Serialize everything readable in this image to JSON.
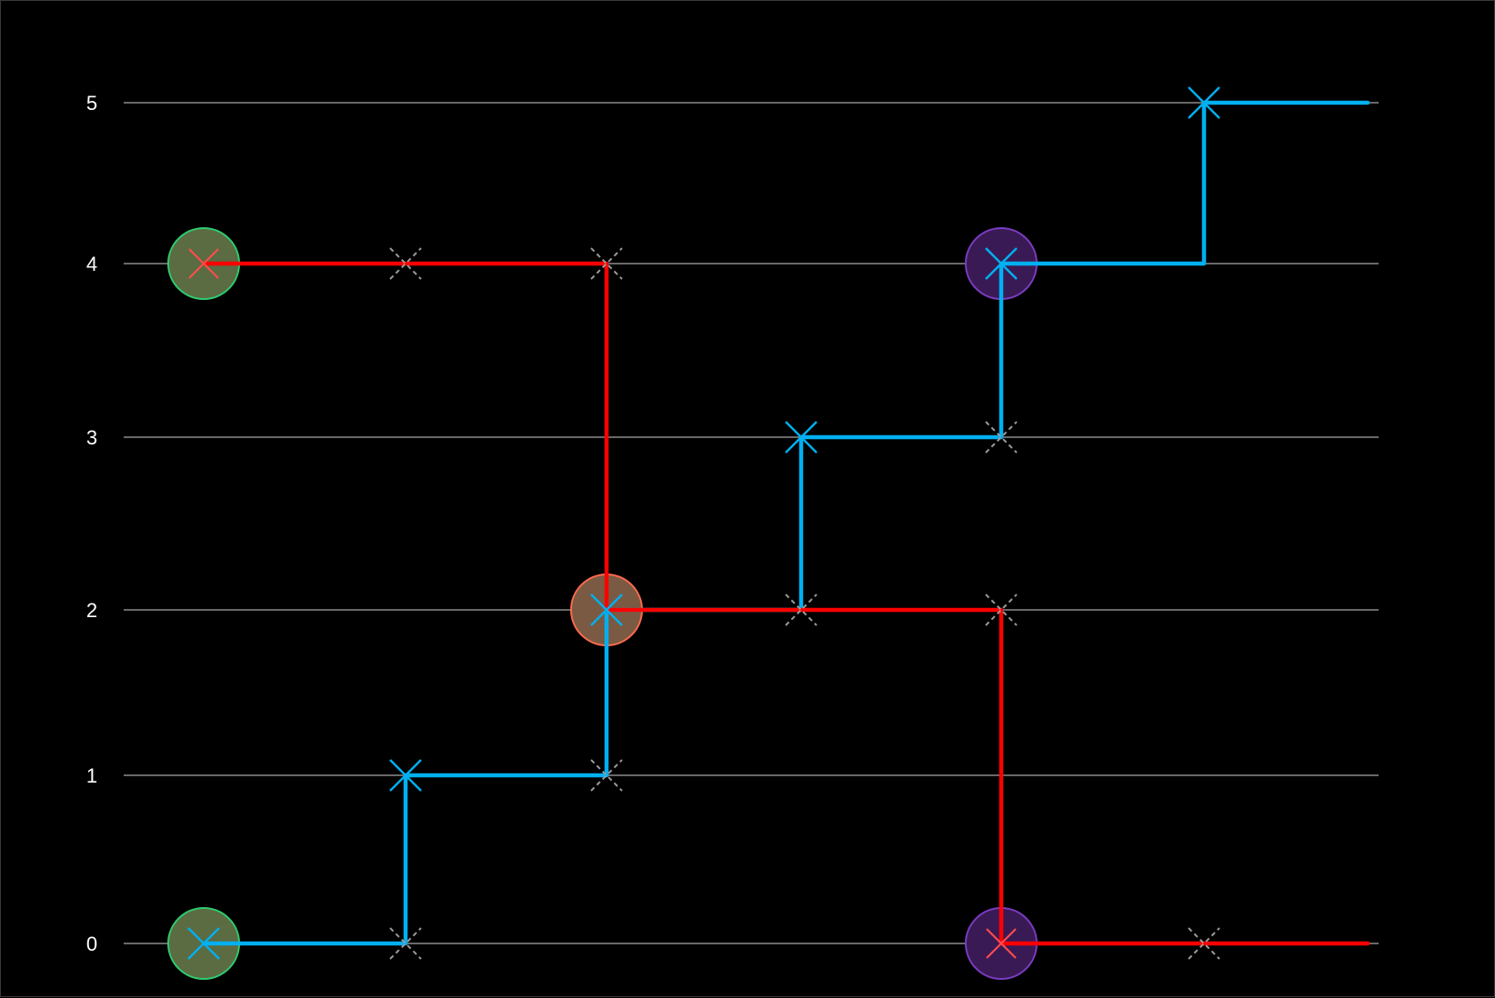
{
  "diagram": {
    "levels": [
      {
        "label": "0",
        "value": 0
      },
      {
        "label": "1",
        "value": 1
      },
      {
        "label": "2",
        "value": 2
      },
      {
        "label": "3",
        "value": 3
      },
      {
        "label": "4",
        "value": 4
      },
      {
        "label": "5",
        "value": 5
      }
    ],
    "colors": {
      "background": "#000000",
      "gridline": "#8c8c8c",
      "blue_path": "#00b0f0",
      "red_path": "#ff0000",
      "inactive_marker": "#9a9a9a",
      "green_node_fill": "#5b6b42",
      "green_node_stroke": "#2ecc71",
      "orange_node_fill": "#7a5a42",
      "orange_node_stroke": "#ff6a4d",
      "purple_node_fill": "#3a1a55",
      "purple_node_stroke": "#7a3cc0"
    },
    "blue_path": {
      "color": "blue",
      "steps": [
        [
          0,
          0
        ],
        [
          1,
          0
        ],
        [
          1,
          1
        ],
        [
          2,
          1
        ],
        [
          2,
          2
        ],
        [
          3,
          2
        ],
        [
          3,
          3
        ],
        [
          4,
          3
        ],
        [
          4,
          4
        ],
        [
          5,
          4
        ],
        [
          5,
          5
        ],
        [
          6,
          5
        ]
      ]
    },
    "red_path": {
      "color": "red",
      "steps": [
        [
          0,
          4
        ],
        [
          1,
          4
        ],
        [
          2,
          4
        ],
        [
          2,
          2
        ],
        [
          3,
          2
        ],
        [
          4,
          2
        ],
        [
          4,
          0
        ],
        [
          5,
          0
        ],
        [
          6,
          0
        ]
      ]
    },
    "markers": [
      {
        "col": 0,
        "level": 4,
        "kind": "red-cross"
      },
      {
        "col": 1,
        "level": 4,
        "kind": "inactive-cross"
      },
      {
        "col": 2,
        "level": 4,
        "kind": "inactive-cross"
      },
      {
        "col": 0,
        "level": 0,
        "kind": "blue-cross"
      },
      {
        "col": 1,
        "level": 0,
        "kind": "inactive-cross"
      },
      {
        "col": 1,
        "level": 1,
        "kind": "blue-cross"
      },
      {
        "col": 2,
        "level": 1,
        "kind": "inactive-cross"
      },
      {
        "col": 2,
        "level": 2,
        "kind": "blue-cross"
      },
      {
        "col": 3,
        "level": 2,
        "kind": "inactive-cross"
      },
      {
        "col": 3,
        "level": 3,
        "kind": "blue-cross"
      },
      {
        "col": 4,
        "level": 3,
        "kind": "inactive-cross"
      },
      {
        "col": 4,
        "level": 4,
        "kind": "blue-cross"
      },
      {
        "col": 4,
        "level": 2,
        "kind": "inactive-cross"
      },
      {
        "col": 4,
        "level": 0,
        "kind": "red-cross"
      },
      {
        "col": 5,
        "level": 5,
        "kind": "blue-cross"
      },
      {
        "col": 5,
        "level": 0,
        "kind": "inactive-cross"
      }
    ],
    "nodes": [
      {
        "col": 0,
        "level": 4,
        "style": "green"
      },
      {
        "col": 0,
        "level": 0,
        "style": "green"
      },
      {
        "col": 2,
        "level": 2,
        "style": "orange"
      },
      {
        "col": 4,
        "level": 4,
        "style": "purple"
      },
      {
        "col": 4,
        "level": 0,
        "style": "purple"
      }
    ]
  }
}
